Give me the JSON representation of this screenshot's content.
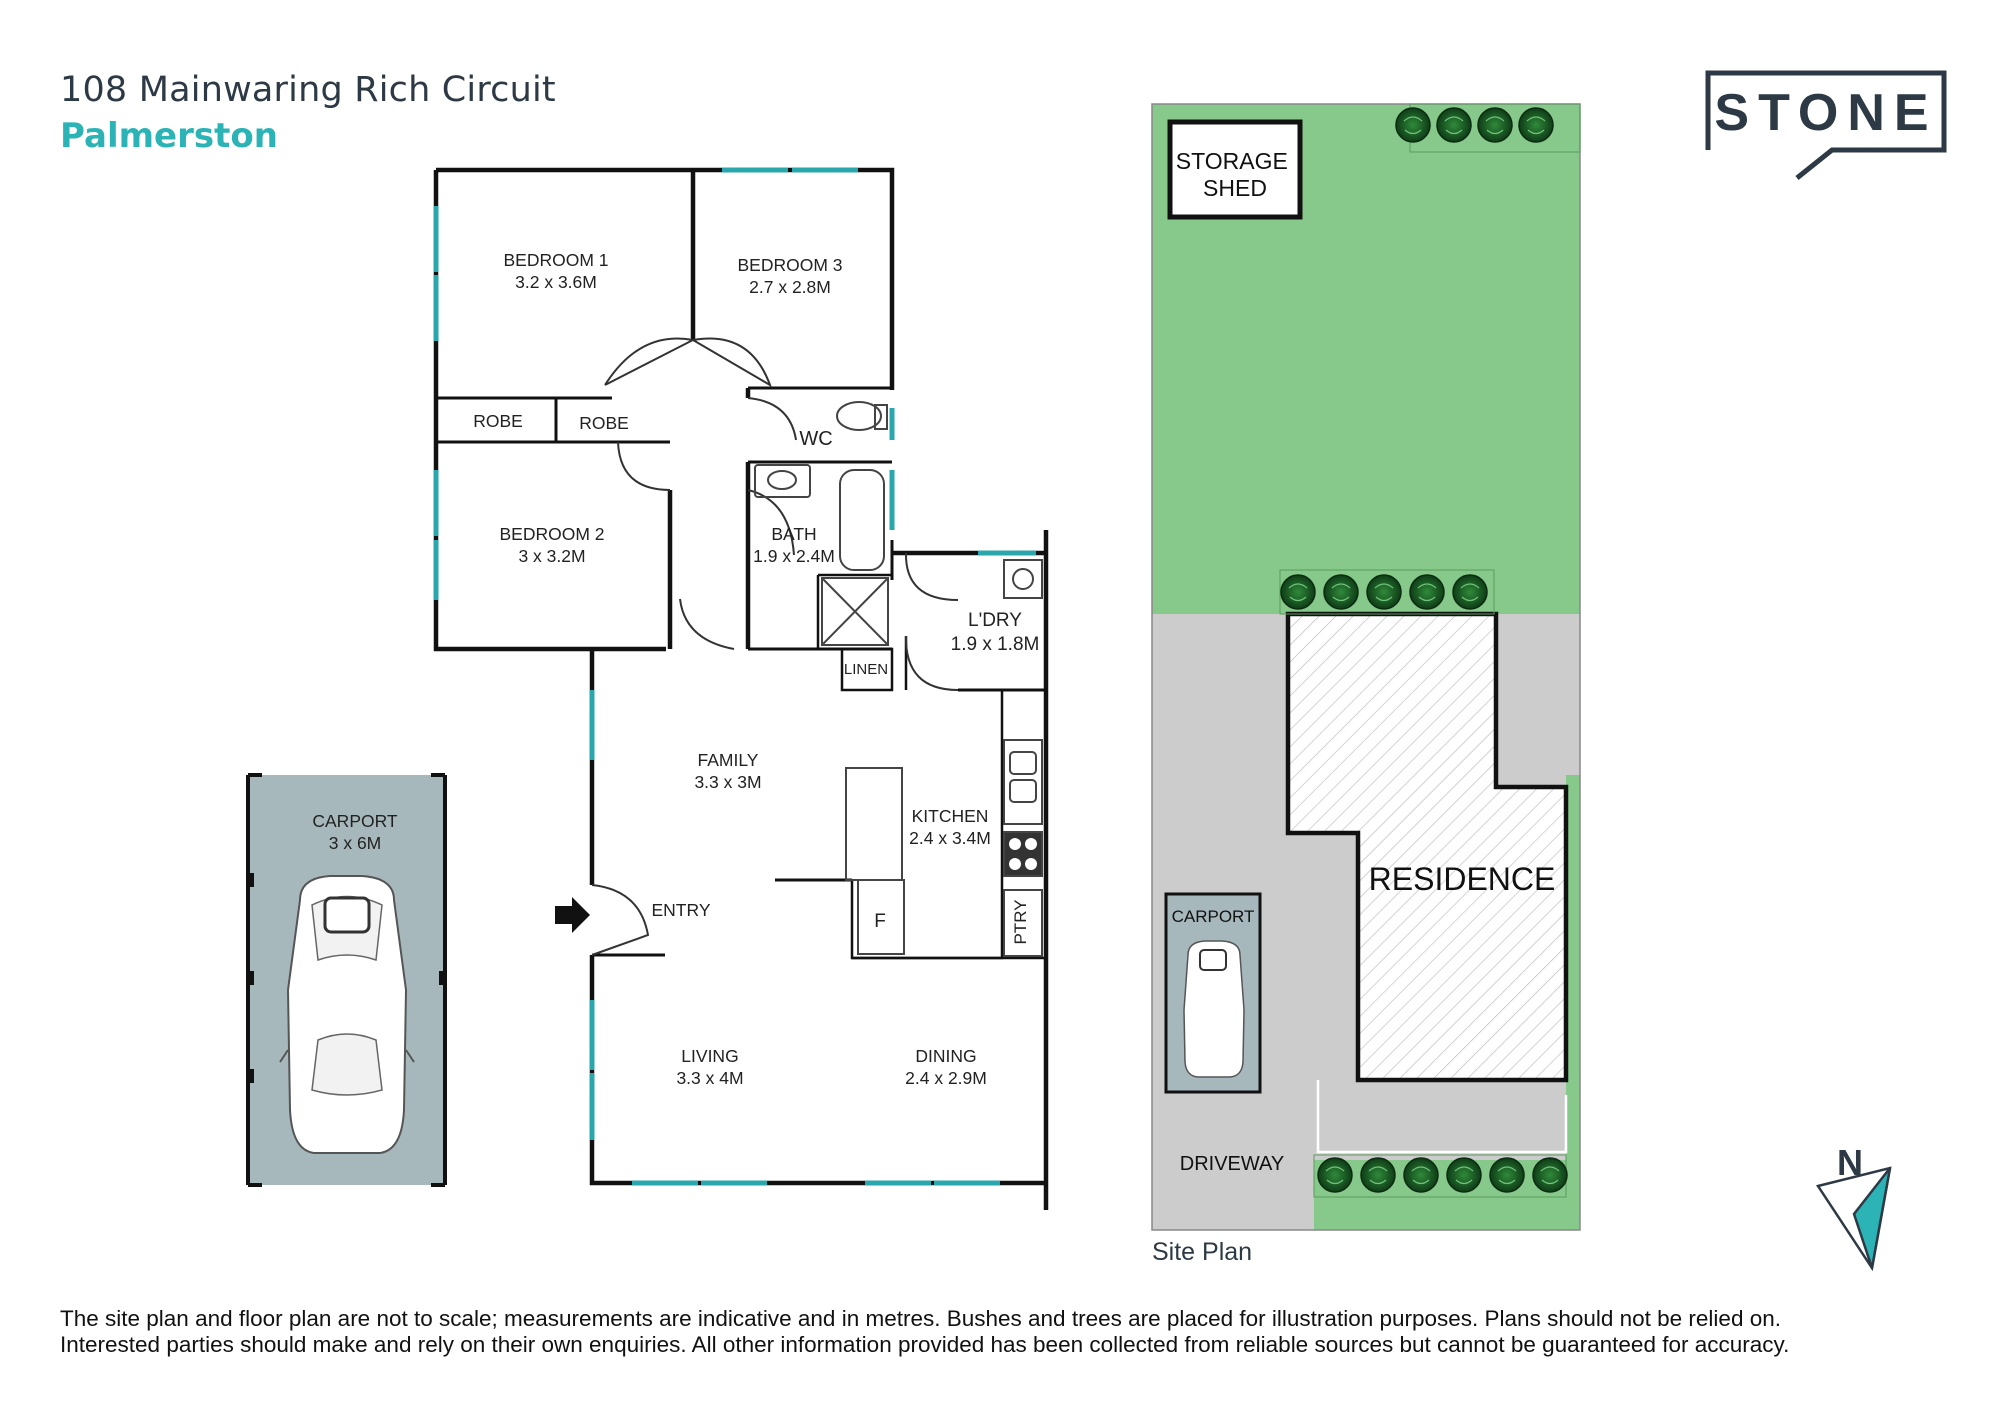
{
  "header": {
    "street": "108 Mainwaring Rich Circuit",
    "suburb": "Palmerston"
  },
  "brand": {
    "logo_text": "STONE"
  },
  "floor_plan": {
    "rooms": [
      {
        "key": "bedroom1",
        "name": "BEDROOM 1",
        "size": "3.2 x 3.6M"
      },
      {
        "key": "bedroom3",
        "name": "BEDROOM 3",
        "size": "2.7 x 2.8M"
      },
      {
        "key": "bedroom2",
        "name": "BEDROOM 2",
        "size": "3 x 3.2M"
      },
      {
        "key": "bath",
        "name": "BATH",
        "size": "1.9 x 2.4M"
      },
      {
        "key": "laundry",
        "name": "L'DRY",
        "size": "1.9 x 1.8M"
      },
      {
        "key": "family",
        "name": "FAMILY",
        "size": "3.3 x 3M"
      },
      {
        "key": "kitchen",
        "name": "KITCHEN",
        "size": "2.4 x 3.4M"
      },
      {
        "key": "living",
        "name": "LIVING",
        "size": "3.3 x 4M"
      },
      {
        "key": "dining",
        "name": "DINING",
        "size": "2.4 x 2.9M"
      },
      {
        "key": "carport",
        "name": "CARPORT",
        "size": "3 x 6M"
      }
    ],
    "labels": {
      "robe": "ROBE",
      "wc": "WC",
      "linen": "LINEN",
      "entry": "ENTRY",
      "fridge": "F",
      "pantry": "PTRY"
    }
  },
  "site_plan": {
    "title": "Site Plan",
    "storage_shed": "STORAGE SHED",
    "residence": "RESIDENCE",
    "carport": "CARPORT",
    "driveway": "DRIVEWAY"
  },
  "compass": {
    "label": "N"
  },
  "colors": {
    "brand_teal": "#2bb3b5",
    "brand_navy": "#2d3a45",
    "lawn_green": "#86c98a",
    "driveway_grey": "#cccccc",
    "carport_blue_grey": "#a7b8bd",
    "window_teal": "#2aa6ad"
  },
  "disclaimer": {
    "line1": "The site plan and floor plan are not to scale; measurements are indicative and in metres. Bushes and trees are placed for illustration purposes. Plans should not be relied on.",
    "line2": "Interested parties should make and rely on their own enquiries. All other information provided has been collected from reliable sources but cannot be guaranteed for accuracy."
  }
}
